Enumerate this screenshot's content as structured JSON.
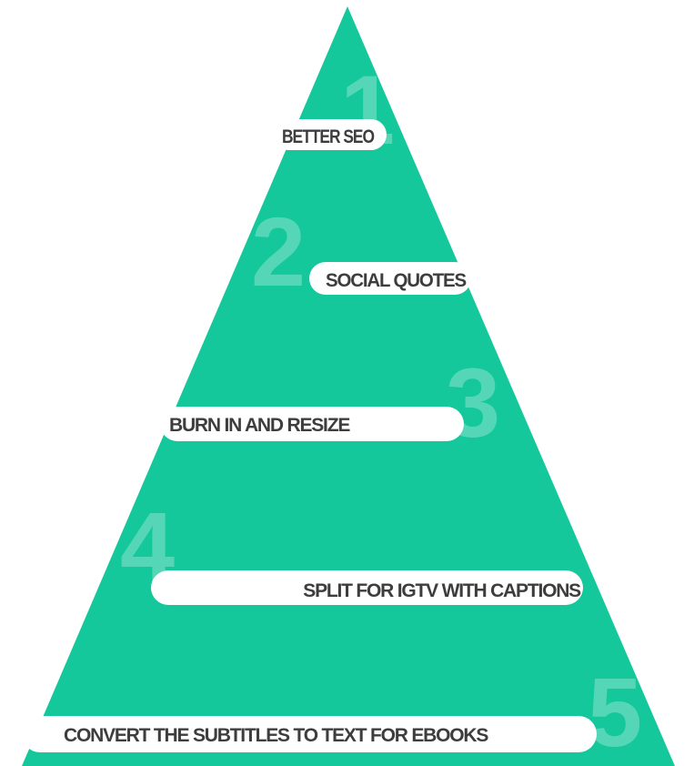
{
  "colors": {
    "pyramid": "#14c89b",
    "label_bar": "#ffffff",
    "label_text": "#3d3d3d"
  },
  "levels": [
    {
      "number": "1",
      "label": "BETTER SEO"
    },
    {
      "number": "2",
      "label": "SOCIAL QUOTES"
    },
    {
      "number": "3",
      "label": "BURN IN AND RESIZE"
    },
    {
      "number": "4",
      "label": "SPLIT FOR IGTV WITH CAPTIONS"
    },
    {
      "number": "5",
      "label": "CONVERT THE SUBTITLES TO TEXT FOR EBOOKS"
    }
  ]
}
